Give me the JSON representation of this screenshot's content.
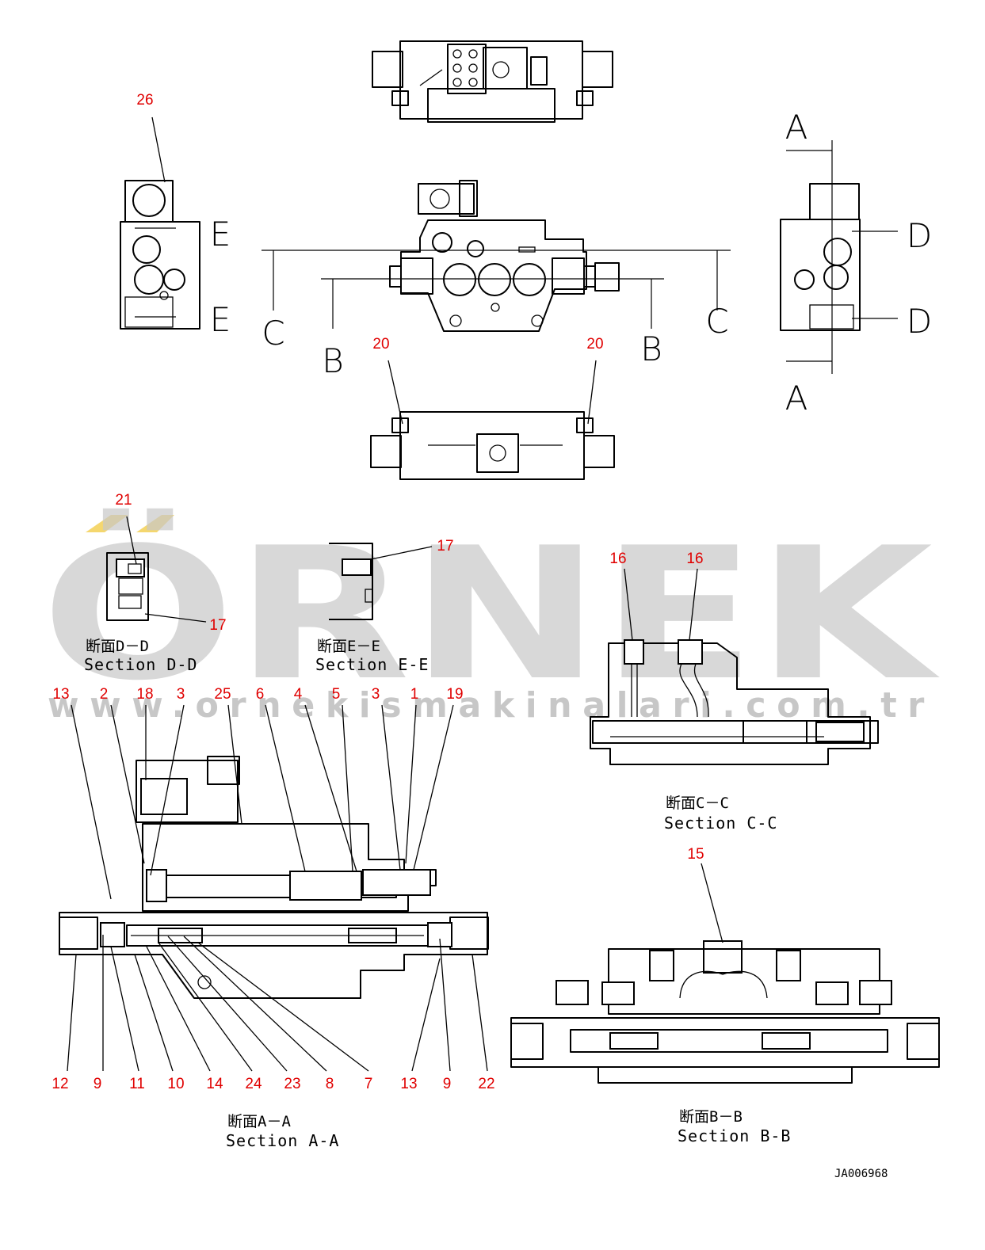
{
  "watermark": {
    "logo_text": "ÖRNEK",
    "url": "www.ornekismakinalari.com.tr",
    "accent_color": "#f5d76e",
    "text_color": "#c8c8c8"
  },
  "drawing_id": "JA006968",
  "section_marks": {
    "a": "A",
    "b": "B",
    "c": "C",
    "d": "D",
    "e": "E"
  },
  "sections": {
    "dd": {
      "jp": "断面D－D",
      "en": "Section D-D"
    },
    "ee": {
      "jp": "断面E－E",
      "en": "Section E-E"
    },
    "cc": {
      "jp": "断面C－C",
      "en": "Section C-C"
    },
    "aa": {
      "jp": "断面A－A",
      "en": "Section A-A"
    },
    "bb": {
      "jp": "断面B－B",
      "en": "Section B-B"
    }
  },
  "callouts": {
    "c26": "26",
    "c20_left": "20",
    "c20_right": "20",
    "c21": "21",
    "c17_dd": "17",
    "c17_ee": "17",
    "c16_left": "16",
    "c16_right": "16",
    "c15": "15",
    "top_row": [
      "13",
      "2",
      "18",
      "3",
      "25",
      "6",
      "4",
      "5",
      "3",
      "1",
      "19"
    ],
    "bottom_row": [
      "12",
      "9",
      "11",
      "10",
      "14",
      "24",
      "23",
      "8",
      "7",
      "13",
      "9",
      "22"
    ]
  },
  "callout_color": "#e00000"
}
